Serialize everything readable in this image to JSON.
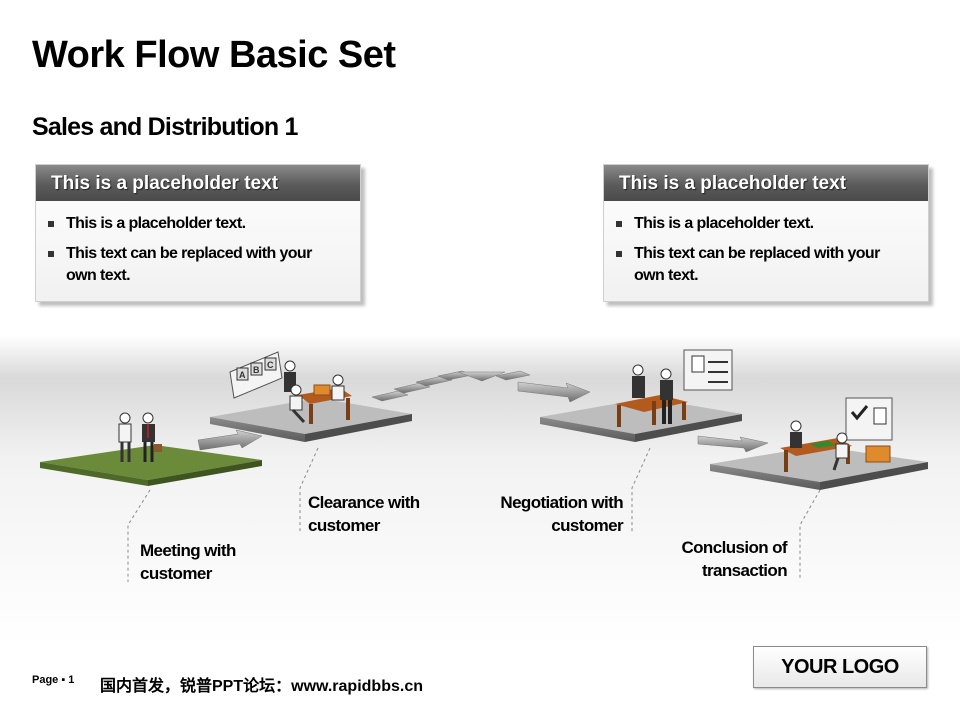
{
  "title": "Work Flow Basic Set",
  "subtitle": "Sales and Distribution 1",
  "boxes": [
    {
      "header": "This is a placeholder text",
      "bullets": [
        "This is a placeholder text.",
        "This text can be replaced with your own text."
      ]
    },
    {
      "header": "This is a placeholder text",
      "bullets": [
        "This is a placeholder text.",
        "This text can be replaced with your own text."
      ]
    }
  ],
  "steps": [
    {
      "label": "Meeting with customer",
      "color": "#6b8a3a"
    },
    {
      "label": "Clearance with customer",
      "color": "#bdbdbd"
    },
    {
      "label": "Negotiation with customer",
      "color": "#bdbdbd"
    },
    {
      "label": "Conclusion of transaction",
      "color": "#bdbdbd"
    }
  ],
  "board_letters": [
    "A",
    "B",
    "C"
  ],
  "footer": {
    "page": "Page ▪ 1",
    "text": "国内首发，锐普PPT论坛：www.rapidbbs.cn"
  },
  "logo": "YOUR LOGO"
}
